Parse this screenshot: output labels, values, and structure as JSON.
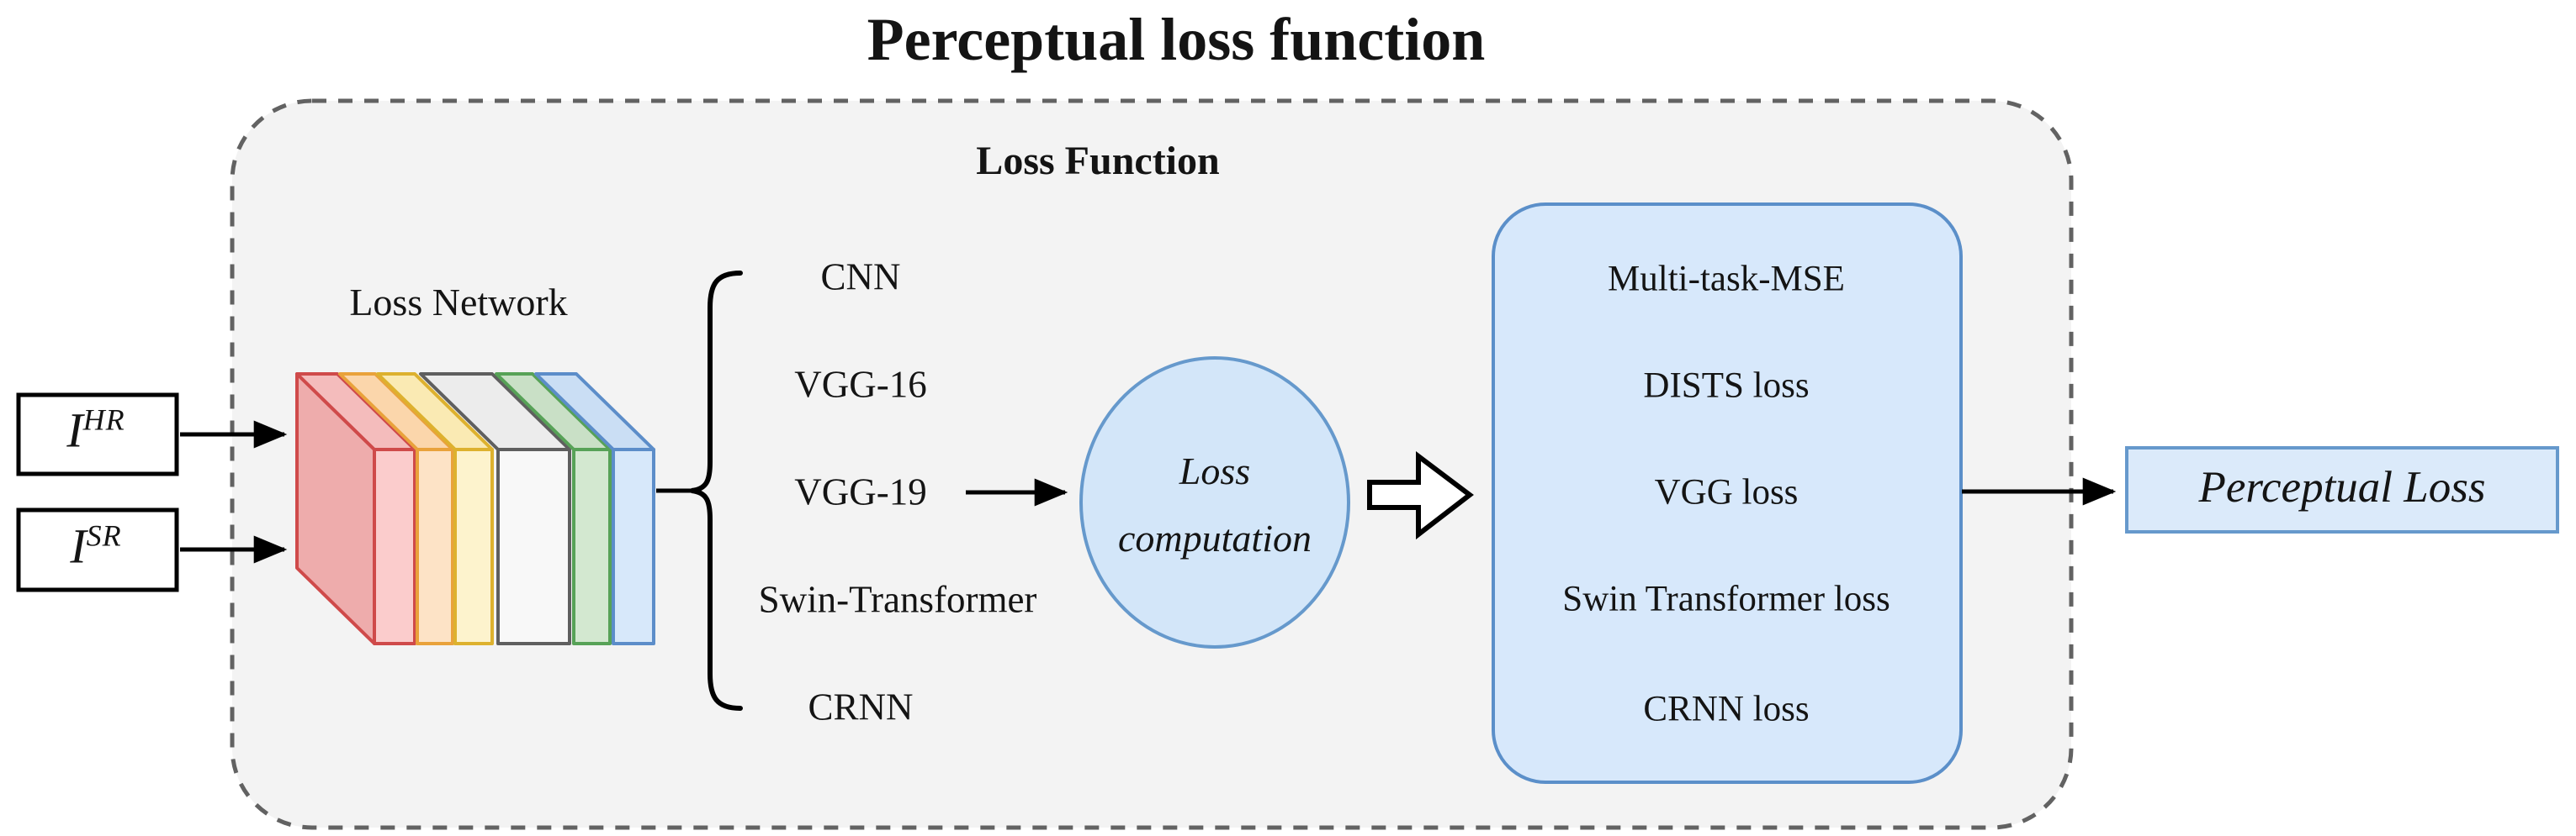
{
  "title": "Perceptual loss function",
  "container": {
    "label": "Loss Function"
  },
  "inputs": [
    {
      "base": "I",
      "sup": "HR"
    },
    {
      "base": "I",
      "sup": "SR"
    }
  ],
  "loss_network": {
    "label": "Loss Network"
  },
  "networks": [
    "CNN",
    "VGG-16",
    "VGG-19",
    "Swin-Transformer",
    "CRNN"
  ],
  "computation": {
    "line1": "Loss",
    "line2": "computation"
  },
  "losses": [
    "Multi-task-MSE",
    "DISTS loss",
    "VGG loss",
    "Swin Transformer loss",
    "CRNN loss"
  ],
  "output": {
    "label": "Perceptual Loss"
  },
  "colors": {
    "canvas_bg": "#ffffff",
    "container_fill": "#f3f3f3",
    "container_border": "#626262",
    "line_black": "#000000",
    "box_fill_white": "#ffffff",
    "blue_fill": "#d3e6f9",
    "blue_fill_box": "#d7e8fb",
    "blue_fill_output": "#dbeafa",
    "blue_stroke": "#6699cc",
    "blue_stroke_box": "#5b8fc9",
    "slabs": [
      {
        "name": "red",
        "stroke": "#cf4a4a",
        "front": "#fbcccc",
        "top": "#f4bcbc",
        "side": "#eeacac"
      },
      {
        "name": "orange",
        "stroke": "#e9a23b",
        "front": "#fde3c6",
        "top": "#fbd6ab"
      },
      {
        "name": "yellow",
        "stroke": "#ddb12e",
        "front": "#fdf3cd",
        "top": "#faeab3"
      },
      {
        "name": "white",
        "stroke": "#5f5f5f",
        "front": "#f8f8f8",
        "top": "#ececec"
      },
      {
        "name": "green",
        "stroke": "#57a257",
        "front": "#d3e8d0",
        "top": "#c9e0c6"
      },
      {
        "name": "blue",
        "stroke": "#5c8dc9",
        "front": "#d7e8fa",
        "top": "#cadef4"
      }
    ]
  }
}
